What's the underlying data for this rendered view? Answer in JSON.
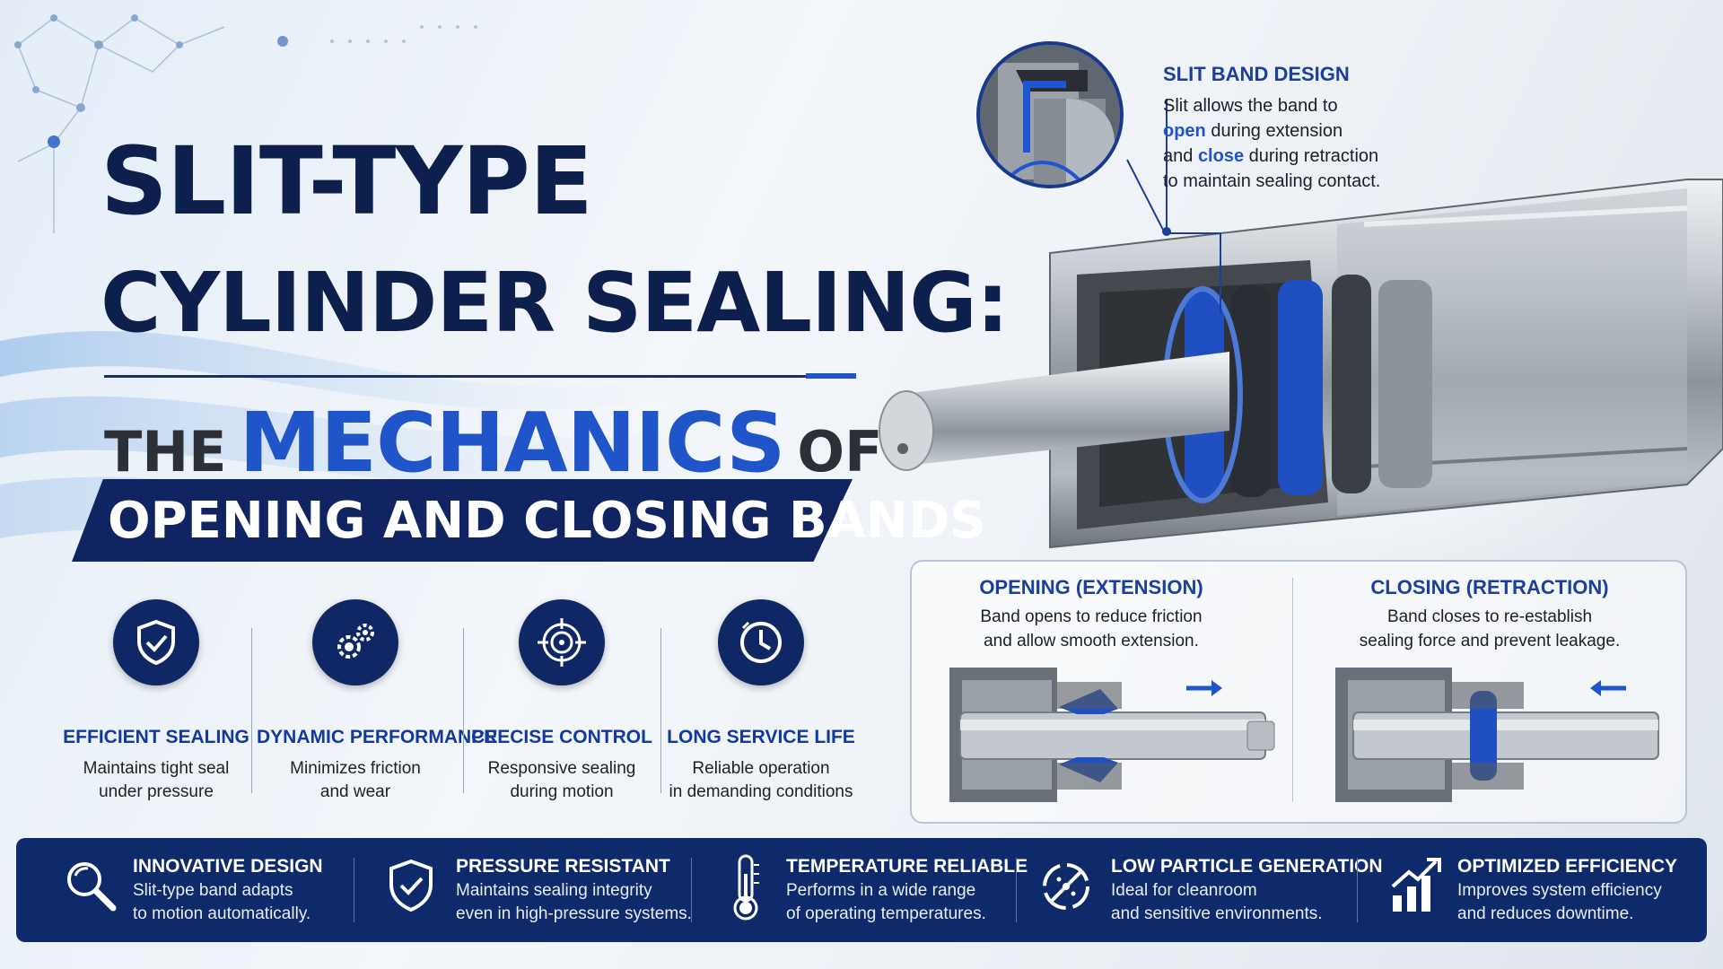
{
  "title": {
    "line1": "SLIT-TYPE",
    "line2": "CYLINDER SEALING:",
    "line3_word1": "THE",
    "line3_word2": "MECHANICS",
    "line3_word3": "OF",
    "banner": "OPENING AND CLOSING BANDS"
  },
  "callout": {
    "heading": "SLIT BAND DESIGN",
    "text_a": "Slit allows the band to",
    "text_open": "open",
    "text_b": " during extension",
    "text_c": "and ",
    "text_close": "close",
    "text_d": " during retraction",
    "text_e": "to maintain sealing contact."
  },
  "features": [
    {
      "icon": "shield-check-icon",
      "heading": "EFFICIENT SEALING",
      "line1": "Maintains tight seal",
      "line2": "under pressure"
    },
    {
      "icon": "gears-icon",
      "heading": "DYNAMIC PERFORMANCE",
      "line1": "Minimizes friction",
      "line2": "and wear"
    },
    {
      "icon": "target-icon",
      "heading": "PRECISE CONTROL",
      "line1": "Responsive sealing",
      "line2": "during motion"
    },
    {
      "icon": "clock-icon",
      "heading": "LONG SERVICE LIFE",
      "line1": "Reliable operation",
      "line2": "in demanding conditions"
    }
  ],
  "panel": {
    "opening_heading": "OPENING (EXTENSION)",
    "opening_line1": "Band opens to reduce friction",
    "opening_line2": "and allow smooth extension.",
    "closing_heading": "CLOSING (RETRACTION)",
    "closing_line1": "Band closes to re-establish",
    "closing_line2": "sealing force and prevent leakage."
  },
  "benefits": [
    {
      "icon": "magnifier-icon",
      "heading": "INNOVATIVE DESIGN",
      "line1": "Slit-type band adapts",
      "line2": "to motion automatically."
    },
    {
      "icon": "shield-check-icon",
      "heading": "PRESSURE RESISTANT",
      "line1": "Maintains sealing integrity",
      "line2": "even in high-pressure systems."
    },
    {
      "icon": "thermometer-icon",
      "heading": "TEMPERATURE RELIABLE",
      "line1": "Performs in a wide range",
      "line2": "of operating temperatures."
    },
    {
      "icon": "no-particle-icon",
      "heading": "LOW PARTICLE GENERATION",
      "line1": "Ideal for cleanroom",
      "line2": "and sensitive environments."
    },
    {
      "icon": "growth-chart-icon",
      "heading": "OPTIMIZED EFFICIENCY",
      "line1": "Improves system efficiency",
      "line2": "and reduces downtime."
    }
  ],
  "colors": {
    "navy": "#0f2a6b",
    "accent": "#1f55c8",
    "title": "#0d1f4c"
  }
}
